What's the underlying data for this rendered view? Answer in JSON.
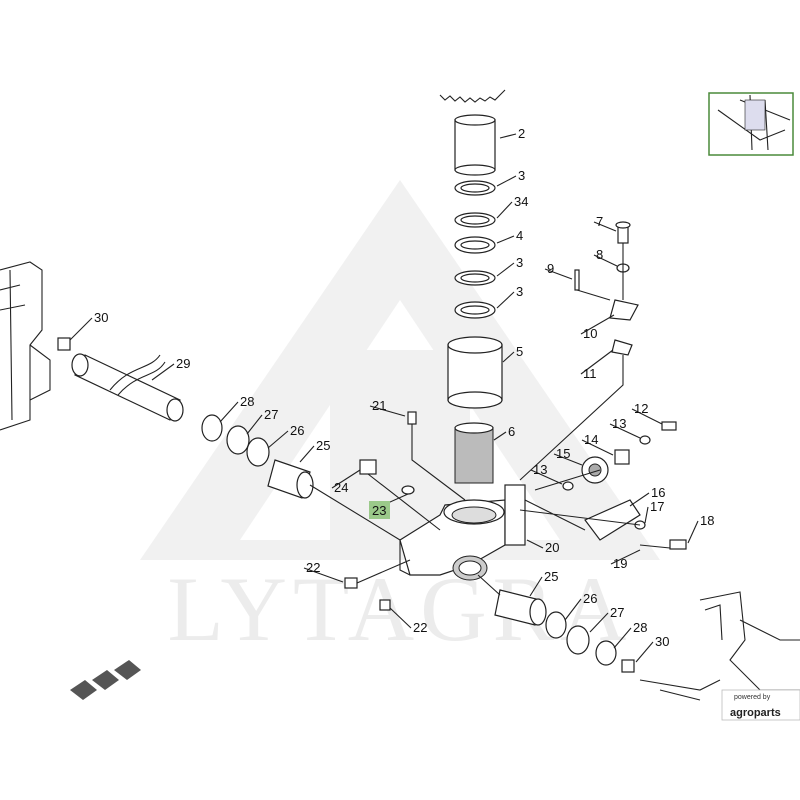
{
  "watermark": {
    "text": "LYTAGRA"
  },
  "brand": {
    "powered_by": "powered by",
    "name": "agroparts"
  },
  "highlighted_callout": "23",
  "callouts": [
    {
      "id": "c2",
      "label": "2",
      "highlighted": false
    },
    {
      "id": "c3a",
      "label": "3",
      "highlighted": false
    },
    {
      "id": "c34",
      "label": "34",
      "highlighted": false
    },
    {
      "id": "c4",
      "label": "4",
      "highlighted": false
    },
    {
      "id": "c3b",
      "label": "3",
      "highlighted": false
    },
    {
      "id": "c3c",
      "label": "3",
      "highlighted": false
    },
    {
      "id": "c5",
      "label": "5",
      "highlighted": false
    },
    {
      "id": "c6",
      "label": "6",
      "highlighted": false
    },
    {
      "id": "c7",
      "label": "7",
      "highlighted": false
    },
    {
      "id": "c8",
      "label": "8",
      "highlighted": false
    },
    {
      "id": "c9",
      "label": "9",
      "highlighted": false
    },
    {
      "id": "c10",
      "label": "10",
      "highlighted": false
    },
    {
      "id": "c11",
      "label": "11",
      "highlighted": false
    },
    {
      "id": "c12",
      "label": "12",
      "highlighted": false
    },
    {
      "id": "c13a",
      "label": "13",
      "highlighted": false
    },
    {
      "id": "c14",
      "label": "14",
      "highlighted": false
    },
    {
      "id": "c15",
      "label": "15",
      "highlighted": false
    },
    {
      "id": "c13b",
      "label": "13",
      "highlighted": false
    },
    {
      "id": "c16",
      "label": "16",
      "highlighted": false
    },
    {
      "id": "c17",
      "label": "17",
      "highlighted": false
    },
    {
      "id": "c18",
      "label": "18",
      "highlighted": false
    },
    {
      "id": "c19",
      "label": "19",
      "highlighted": false
    },
    {
      "id": "c20",
      "label": "20",
      "highlighted": false
    },
    {
      "id": "c21",
      "label": "21",
      "highlighted": false
    },
    {
      "id": "c22a",
      "label": "22",
      "highlighted": false
    },
    {
      "id": "c22b",
      "label": "22",
      "highlighted": false
    },
    {
      "id": "c23",
      "label": "23",
      "highlighted": true
    },
    {
      "id": "c24",
      "label": "24",
      "highlighted": false
    },
    {
      "id": "c25a",
      "label": "25",
      "highlighted": false
    },
    {
      "id": "c25b",
      "label": "25",
      "highlighted": false
    },
    {
      "id": "c26a",
      "label": "26",
      "highlighted": false
    },
    {
      "id": "c26b",
      "label": "26",
      "highlighted": false
    },
    {
      "id": "c27a",
      "label": "27",
      "highlighted": false
    },
    {
      "id": "c27b",
      "label": "27",
      "highlighted": false
    },
    {
      "id": "c28a",
      "label": "28",
      "highlighted": false
    },
    {
      "id": "c28b",
      "label": "28",
      "highlighted": false
    },
    {
      "id": "c29",
      "label": "29",
      "highlighted": false
    },
    {
      "id": "c30a",
      "label": "30",
      "highlighted": false
    },
    {
      "id": "c30b",
      "label": "30",
      "highlighted": false
    }
  ],
  "colors": {
    "highlight": "#9bc98a",
    "line": "#222222",
    "thumbnail_border": "#4a8a3a",
    "watermark": "#ececec"
  },
  "icons": {
    "thumbnail": "overview-thumbnail-icon"
  }
}
